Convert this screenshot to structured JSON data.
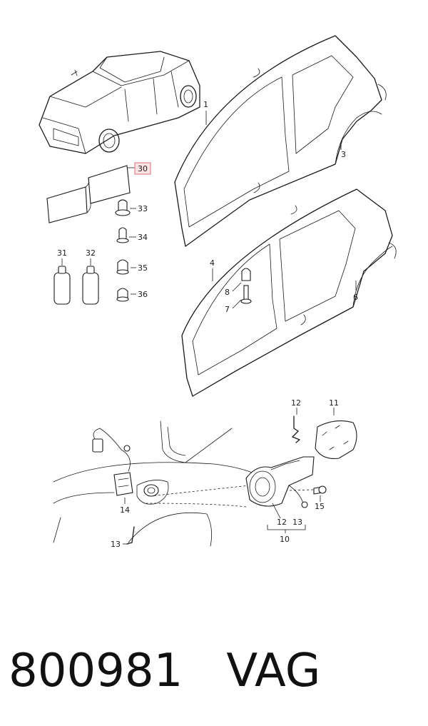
{
  "caption": {
    "part_number": "800981",
    "brand": "VAG"
  },
  "callouts": {
    "c1": "1",
    "c3": "3",
    "c4": "4",
    "c6": "6",
    "c7": "7",
    "c8": "8",
    "c10": "10",
    "c11": "11",
    "c12a": "12",
    "c12b": "12",
    "c13a": "13",
    "c13b": "13",
    "c14": "14",
    "c15": "15",
    "c30": "30",
    "c31": "31",
    "c32": "32",
    "c33": "33",
    "c34": "34",
    "c35": "35",
    "c36": "36"
  },
  "highlight_color": "#e0707c"
}
